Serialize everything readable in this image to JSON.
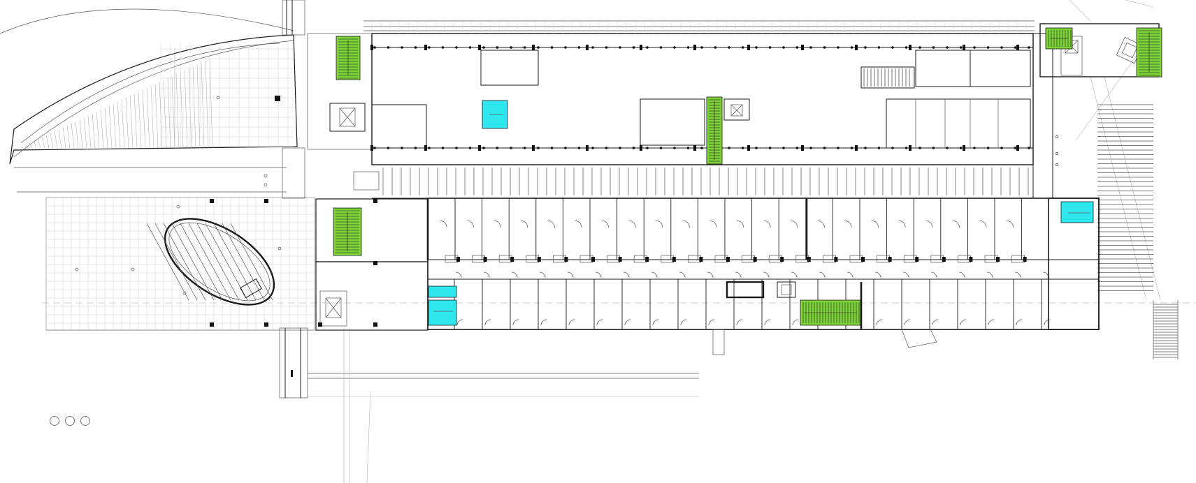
{
  "drawing": {
    "background": "#ffffff",
    "line_color": "#1a1a1a",
    "zone_colors": {
      "staircase": "#7fd33a",
      "sanitary": "#2ee6ee"
    },
    "legend_markers": [
      "circle-marker",
      "circle-marker",
      "circle-marker"
    ]
  }
}
